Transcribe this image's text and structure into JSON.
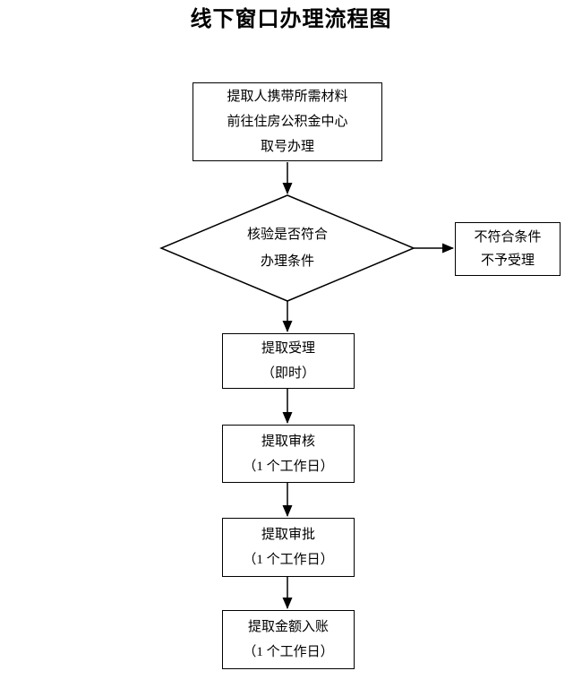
{
  "title": "线下窗口办理流程图",
  "colors": {
    "background": "#ffffff",
    "line": "#000000",
    "text": "#000000",
    "box_fill": "#ffffff"
  },
  "flowchart": {
    "start": {
      "lines": [
        "提取人携带所需材料",
        "前往住房公积金中心",
        "取号办理"
      ]
    },
    "decision": {
      "lines": [
        "核验是否符合",
        "办理条件"
      ]
    },
    "reject": {
      "lines": [
        "不符合条件",
        "不予受理"
      ]
    },
    "steps": [
      {
        "lines": [
          "提取受理",
          "（即时）"
        ]
      },
      {
        "lines": [
          "提取审核",
          "（1 个工作日）"
        ]
      },
      {
        "lines": [
          "提取审批",
          "（1 个工作日）"
        ]
      },
      {
        "lines": [
          "提取金额入账",
          "（1 个工作日）"
        ]
      }
    ]
  }
}
